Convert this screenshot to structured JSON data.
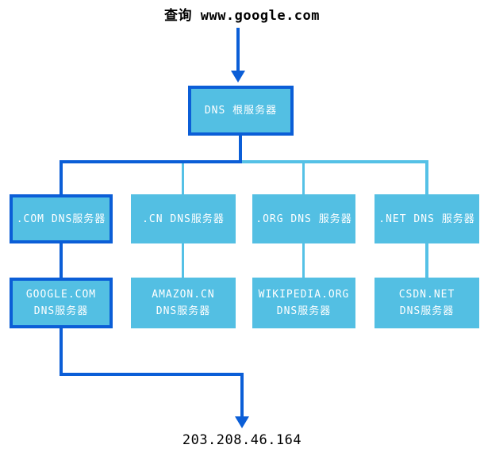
{
  "diagram": {
    "query_label": "查询 www.google.com",
    "root_server": {
      "label": "DNS 根服务器"
    },
    "tld_servers": [
      {
        "label": ".COM DNS服务器",
        "highlighted": true
      },
      {
        "label": ".CN DNS服务器",
        "highlighted": false
      },
      {
        "label": ".ORG DNS 服务器",
        "highlighted": false
      },
      {
        "label": ".NET DNS 服务器",
        "highlighted": false
      }
    ],
    "authoritative_servers": [
      {
        "name": "GOOGLE.COM",
        "type": "DNS服务器",
        "highlighted": true
      },
      {
        "name": "AMAZON.CN",
        "type": "DNS服务器",
        "highlighted": false
      },
      {
        "name": "WIKIPEDIA.ORG",
        "type": "DNS服务器",
        "highlighted": false
      },
      {
        "name": "CSDN.NET",
        "type": "DNS服务器",
        "highlighted": false
      }
    ],
    "resolved_ip": "203.208.46.164",
    "colors": {
      "highlight_blue": "#0b5ed7",
      "box_fill_blue": "#53bfe3",
      "connector_light_blue": "#55c1e6",
      "box_text_white": "#ffffff",
      "text_black": "#000000"
    }
  }
}
